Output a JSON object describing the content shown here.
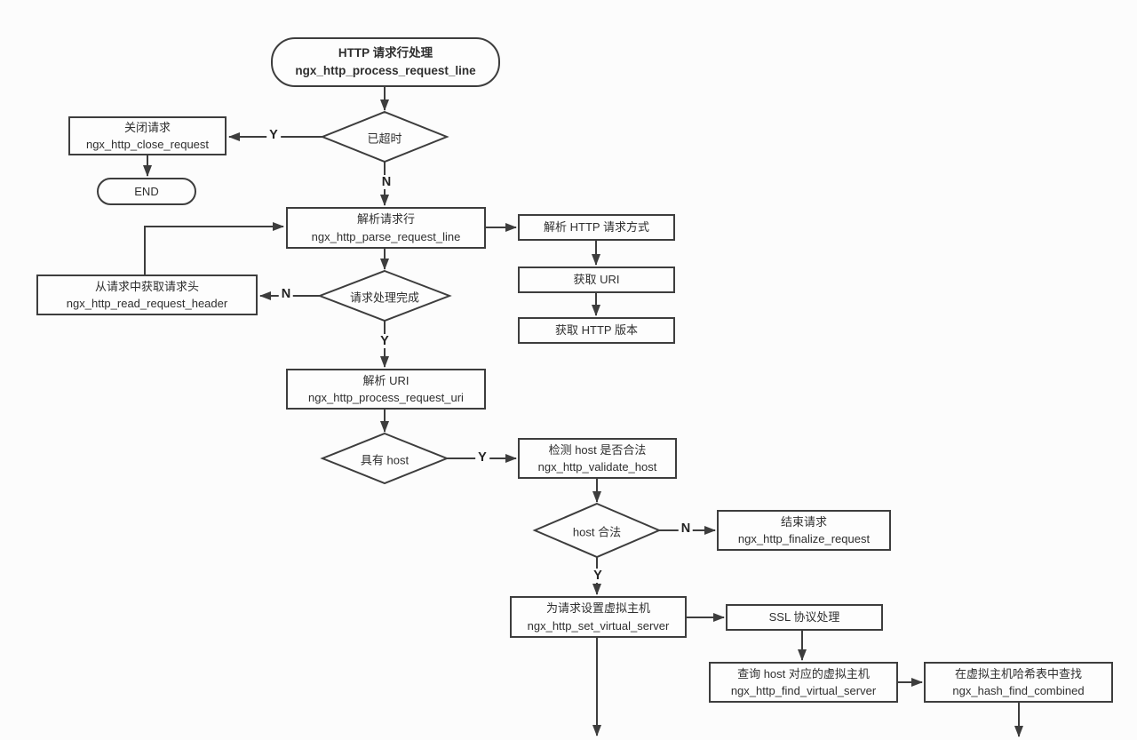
{
  "nodes": {
    "start": {
      "label": "HTTP 请求行处理",
      "code": "ngx_http_process_request_line"
    },
    "timeout": {
      "label": "已超时"
    },
    "close_request": {
      "label": "关闭请求",
      "code": "ngx_http_close_request"
    },
    "end": {
      "label": "END"
    },
    "parse_request_line": {
      "label": "解析请求行",
      "code": "ngx_http_parse_request_line"
    },
    "parse_method": {
      "label": "解析 HTTP 请求方式"
    },
    "get_uri": {
      "label": "获取 URI"
    },
    "get_http_version": {
      "label": "获取 HTTP 版本"
    },
    "request_done": {
      "label": "请求处理完成"
    },
    "read_request_header": {
      "label": "从请求中获取请求头",
      "code": "ngx_http_read_request_header"
    },
    "process_request_uri": {
      "label": "解析 URI",
      "code": "ngx_http_process_request_uri"
    },
    "has_host": {
      "label": "具有 host"
    },
    "validate_host": {
      "label": "检测 host 是否合法",
      "code": "ngx_http_validate_host"
    },
    "host_valid": {
      "label": "host 合法"
    },
    "finalize_request": {
      "label": "结束请求",
      "code": "ngx_http_finalize_request"
    },
    "set_virtual_server": {
      "label": "为请求设置虚拟主机",
      "code": "ngx_http_set_virtual_server"
    },
    "ssl_handling": {
      "label": "SSL 协议处理"
    },
    "find_virtual_server": {
      "label": "查询 host 对应的虚拟主机",
      "code": "ngx_http_find_virtual_server"
    },
    "hash_find_combined": {
      "label": "在虚拟主机哈希表中查找",
      "code": "ngx_hash_find_combined"
    }
  },
  "branch_labels": {
    "yes": "Y",
    "no": "N"
  },
  "colors": {
    "line": "#3d3d3d",
    "node_fill": "#fdfdfd",
    "background": "#fcfcfc",
    "text": "#2f2f2f"
  }
}
